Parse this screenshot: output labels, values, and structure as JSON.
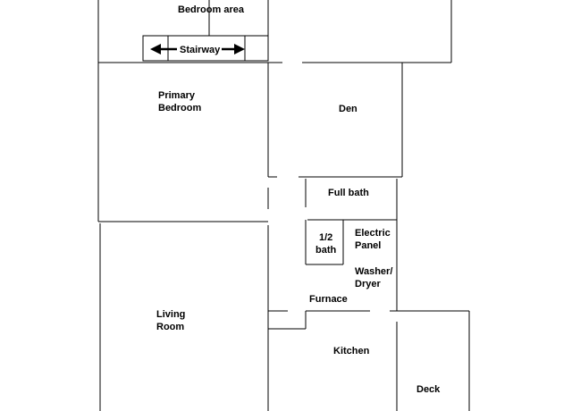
{
  "rooms": {
    "bedroom_area": "Bedroom area",
    "stairway": "Stairway",
    "primary_bedroom": [
      "Primary",
      "Bedroom"
    ],
    "den": "Den",
    "full_bath": "Full bath",
    "half_bath": [
      "1/2",
      "bath"
    ],
    "electric_panel": [
      "Electric",
      "Panel"
    ],
    "washer_dryer": [
      "Washer/",
      "Dryer"
    ],
    "furnace": "Furnace",
    "living_room": [
      "Living",
      "Room"
    ],
    "kitchen": "Kitchen",
    "deck": "Deck"
  },
  "colors": {
    "line": "#000000",
    "background": "#ffffff"
  }
}
